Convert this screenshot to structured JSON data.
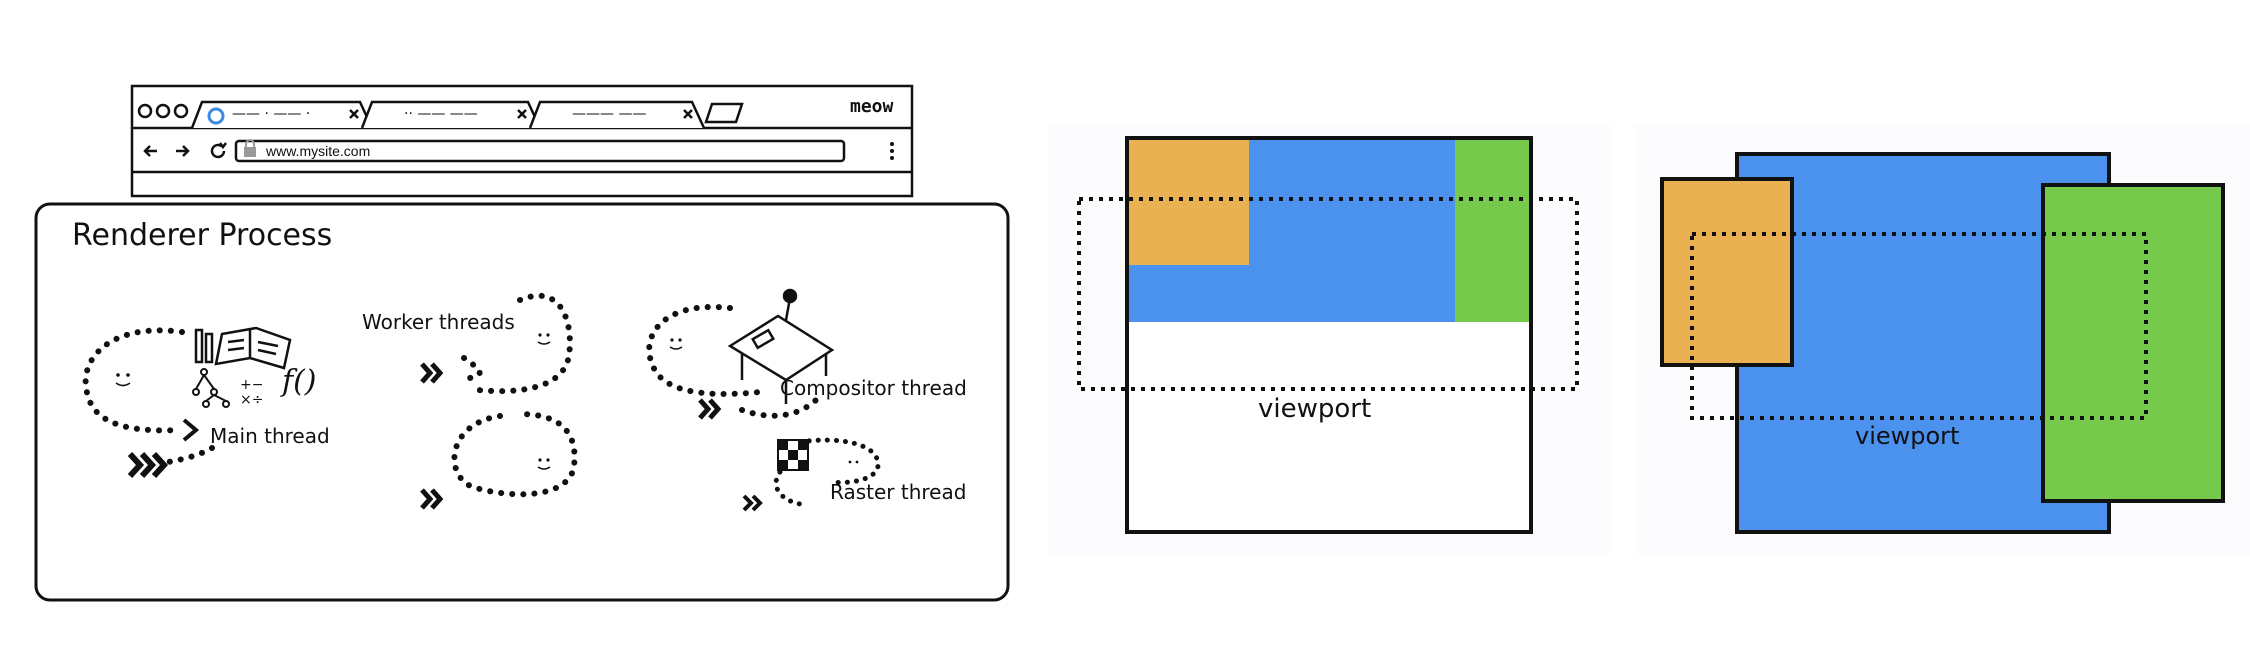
{
  "browser": {
    "brand": "meow",
    "url": "www.mysite.com",
    "tabs": [
      {
        "label": "—— · ——  ·"
      },
      {
        "label": "·· ——  ——"
      },
      {
        "label": "——— ——"
      }
    ]
  },
  "renderer": {
    "title": "Renderer Process",
    "threads": {
      "main": "Main thread",
      "worker": "Worker threads",
      "compositor": "Compositor thread",
      "raster": "Raster thread"
    },
    "function_glyph": "f()",
    "math_glyph": "+− ×÷"
  },
  "diagram_a": {
    "viewport_label": "viewport",
    "colors": {
      "orange": "#E9B151",
      "blue": "#4B91EE",
      "green": "#77C94C",
      "border": "#111111"
    }
  },
  "diagram_b": {
    "viewport_label": "viewport",
    "colors": {
      "orange": "#E9B151",
      "blue": "#4B91EE",
      "green": "#77C94C",
      "border": "#111111"
    }
  }
}
